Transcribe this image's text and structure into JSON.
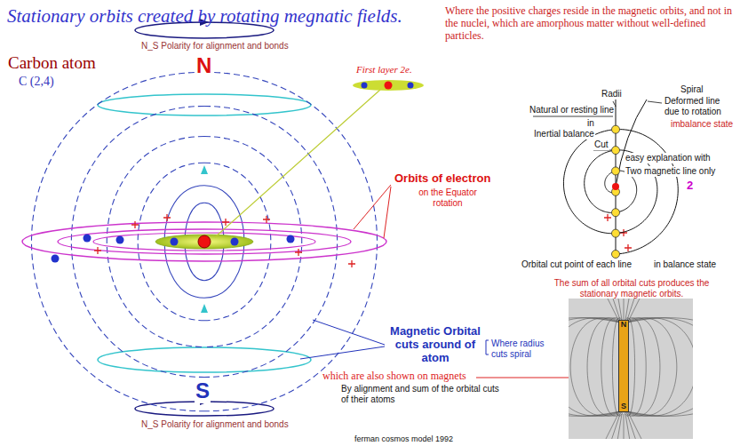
{
  "diagram": {
    "title": "Stationary orbits created by rotating megnatic fields.",
    "nodes": [
      {
        "text": [
          "N",
          "S"
        ]
      }
    ],
    "labels": [
      "Where the positive charges reside in the magnetic orbits, and not in the nuclei, which are amorphous matter without well-defined particles.",
      "Carbon atom",
      "C (2,4)",
      "N_S Polarity for alignment and bonds",
      "N",
      "First layer 2e.",
      "Orbits of electron",
      "on the Equator rotation",
      "S",
      "Magnetic Orbital cuts around of atom",
      "Where radius cuts spiral",
      "which are also shown on magnets",
      "By alignment and sum of the orbital cuts of their atoms",
      "N_S Polarity for alignment and bonds",
      "ferman cosmos model 1992",
      "Radii",
      "Spiral",
      "Deformed line due to rotation",
      "imbalance state",
      "Natural or resting line",
      "in",
      "Inertial balance",
      "Cut",
      "easy explanation with",
      "Two magnetic line only",
      "2",
      "Orbital cut point of each line",
      "in balance state",
      "The sum of all orbital cuts produces the stationary magnetic orbits."
    ]
  }
}
